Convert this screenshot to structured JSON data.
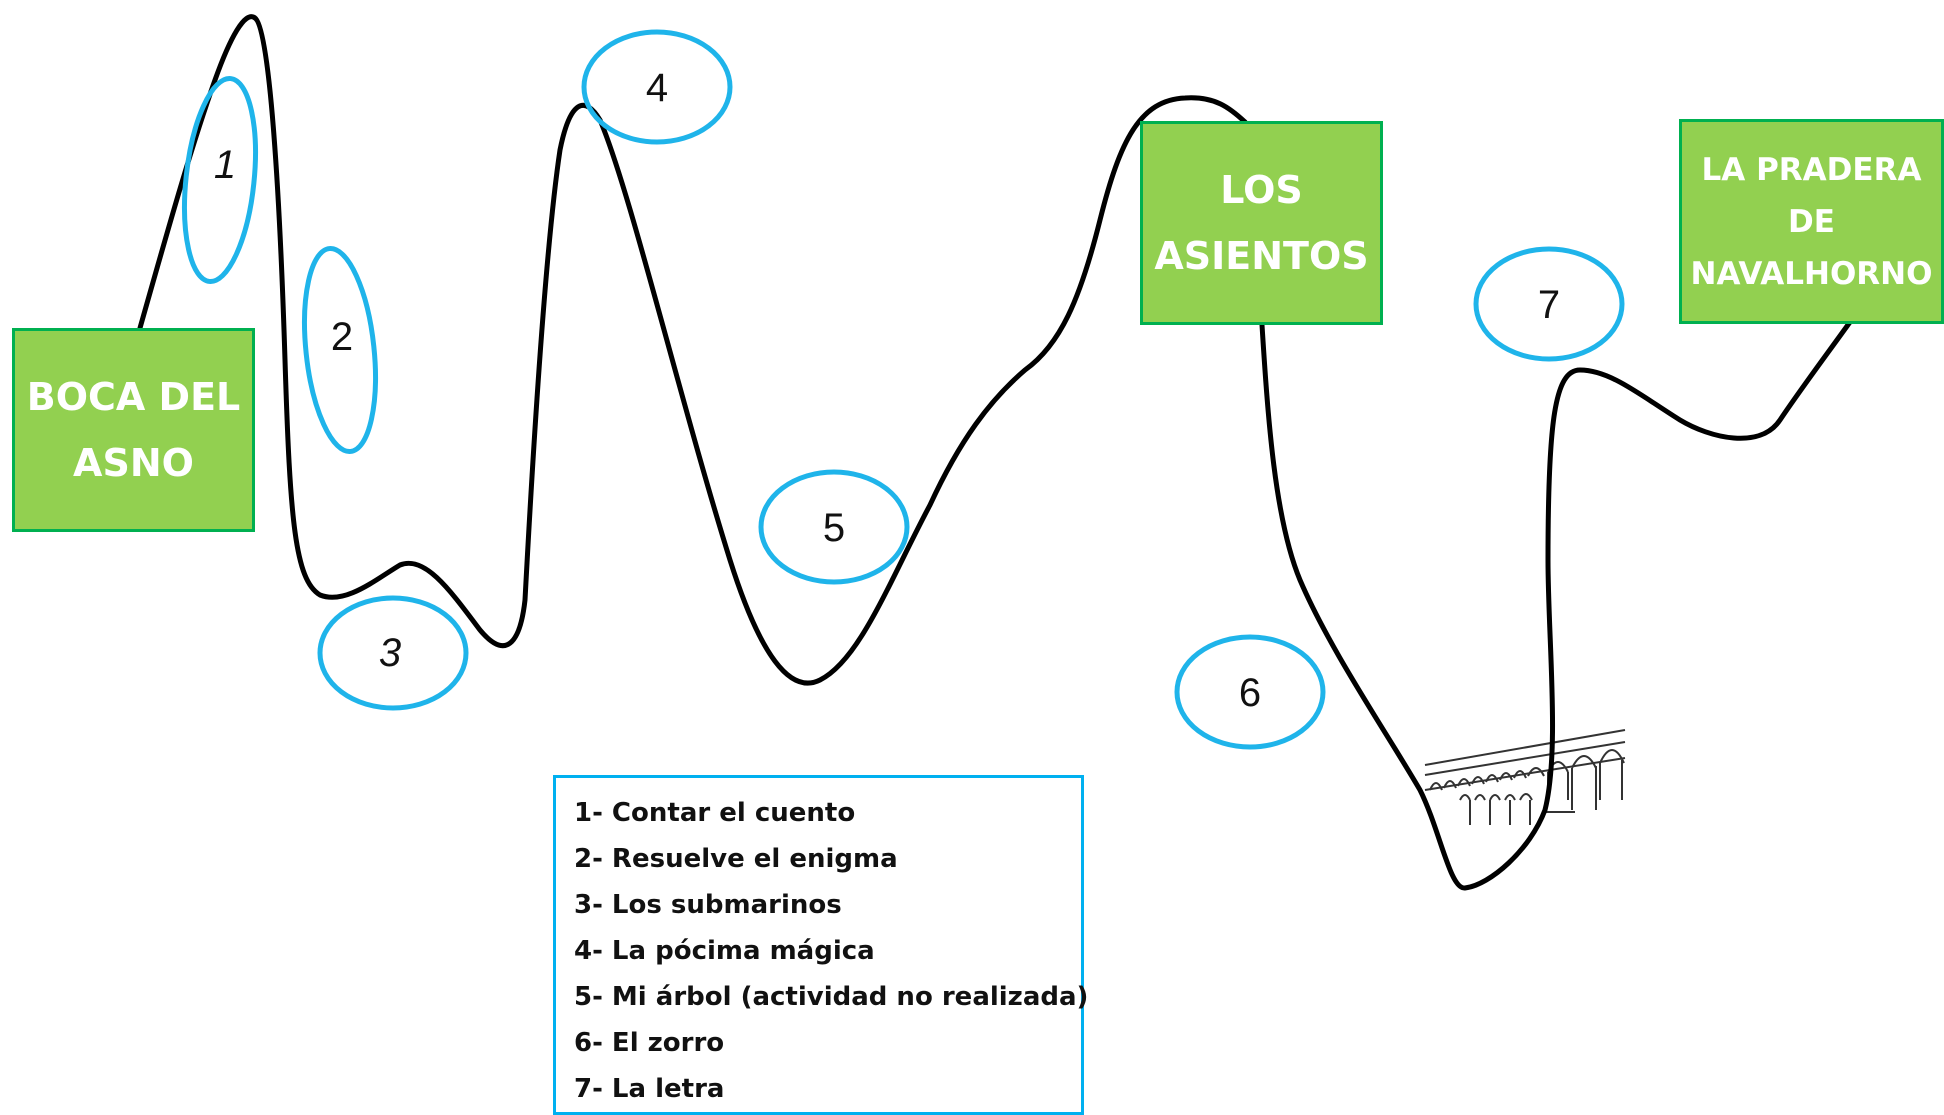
{
  "stations": {
    "boca": "BOCA DEL\nASNO",
    "asientos": "LOS\nASIENTOS",
    "pradera": "LA PRADERA\nDE\nNAVALHORNO"
  },
  "markers": [
    "1",
    "2",
    "3",
    "4",
    "5",
    "6",
    "7"
  ],
  "legend": [
    "1- Contar el cuento",
    "2- Resuelve el enigma",
    "3- Los submarinos",
    "4- La pócima mágica",
    "5- Mi árbol (actividad no realizada)",
    "6- El zorro",
    "7- La letra"
  ],
  "colors": {
    "station_fill": "#92d050",
    "station_border": "#00b050",
    "marker_outline": "#1fb4ea",
    "route_line": "#000000"
  }
}
